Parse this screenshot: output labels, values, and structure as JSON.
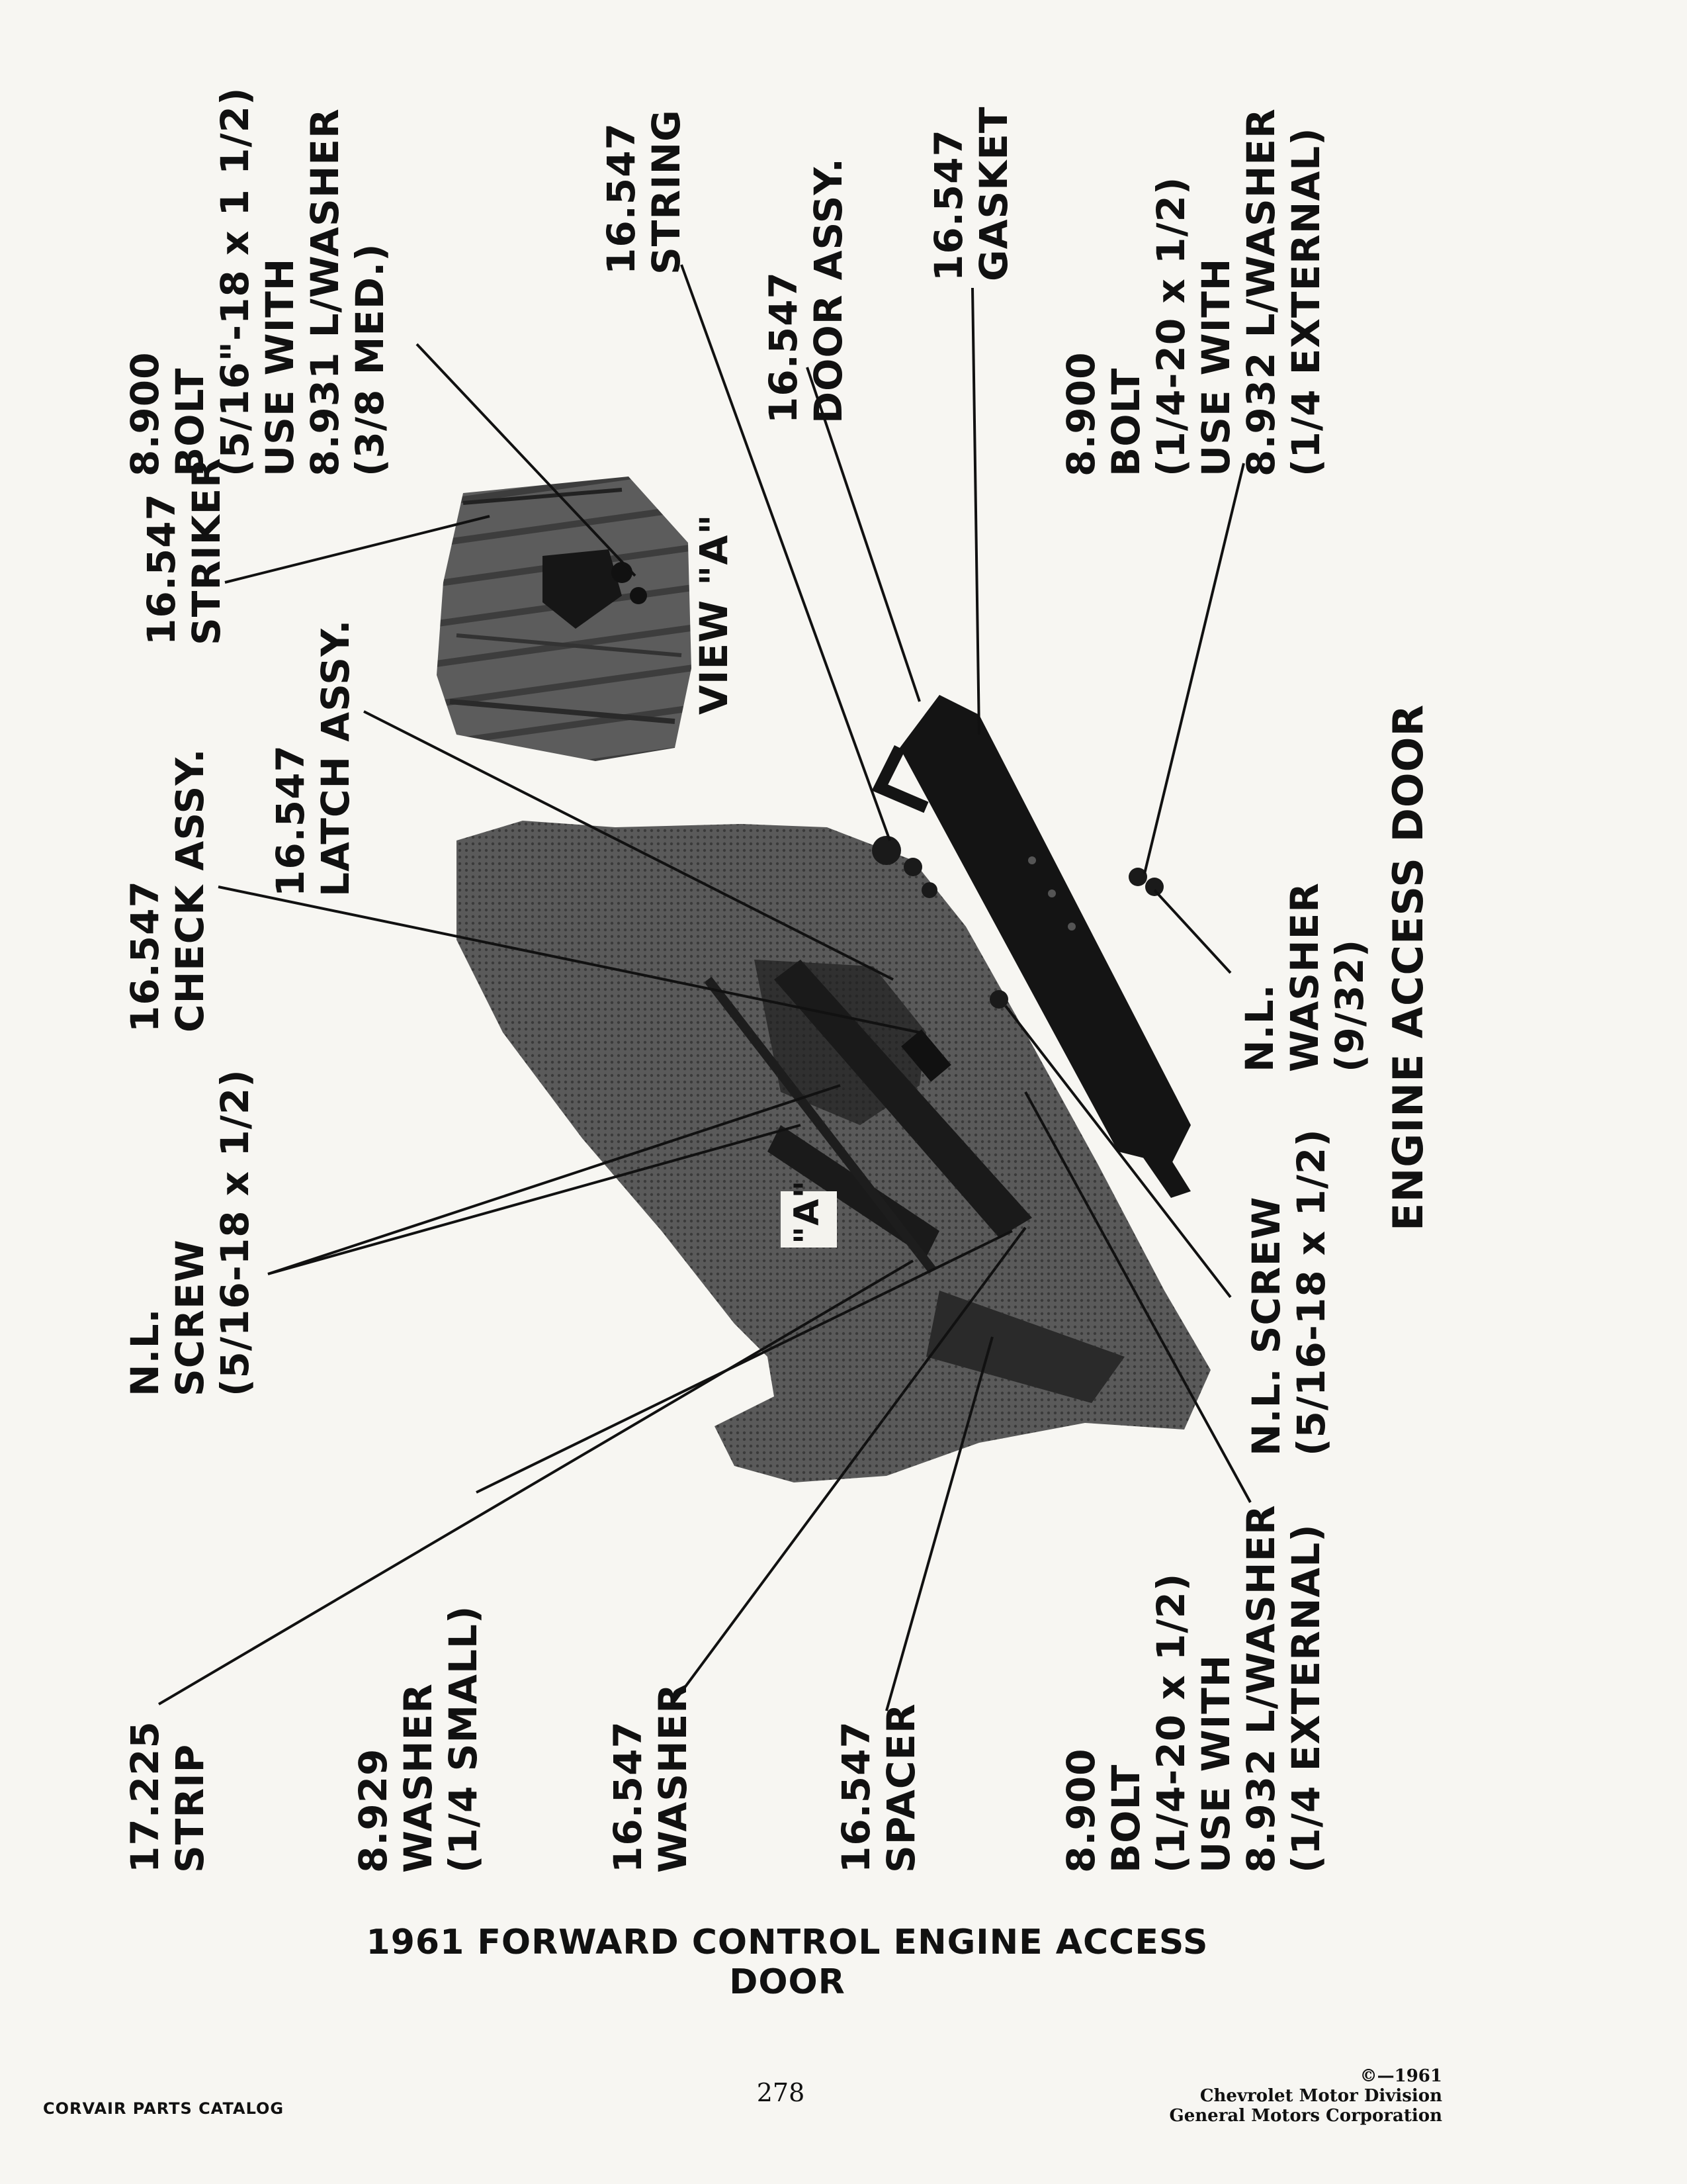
{
  "callouts": [
    {
      "id": "strip",
      "lines": [
        "17.225",
        "STRIP"
      ]
    },
    {
      "id": "washer-small",
      "lines": [
        "8.929",
        "WASHER",
        "(1/4 SMALL)"
      ]
    },
    {
      "id": "washer",
      "lines": [
        "16.547",
        "WASHER"
      ]
    },
    {
      "id": "spacer",
      "lines": [
        "16.547",
        "SPACER"
      ]
    },
    {
      "id": "bolt-lower",
      "lines": [
        "8.900",
        "BOLT",
        "(1/4-20 x 1/2)",
        "USE WITH",
        "8.932 L/WASHER",
        "(1/4 EXTERNAL)"
      ]
    },
    {
      "id": "screw-left",
      "lines": [
        "N.L.",
        "SCREW",
        "(5/16-18 x 1/2)"
      ]
    },
    {
      "id": "check-assy",
      "lines": [
        "16.547",
        "CHECK ASSY."
      ]
    },
    {
      "id": "latch-assy",
      "lines": [
        "16.547",
        "LATCH ASSY."
      ]
    },
    {
      "id": "striker",
      "lines": [
        "16.547",
        "STRIKER"
      ]
    },
    {
      "id": "bolt-top",
      "lines": [
        "8.900",
        "BOLT",
        "(5/16\"-18 x 1 1/2)",
        "USE WITH",
        "8.931 L/WASHER",
        "(3/8 MED.)"
      ]
    },
    {
      "id": "view-a",
      "lines": [
        "VIEW \"A\""
      ]
    },
    {
      "id": "string",
      "lines": [
        "16.547",
        "STRING"
      ]
    },
    {
      "id": "door-assy",
      "lines": [
        "16.547",
        "DOOR ASSY."
      ]
    },
    {
      "id": "gasket",
      "lines": [
        "16.547",
        "GASKET"
      ]
    },
    {
      "id": "bolt-right",
      "lines": [
        "8.900",
        "BOLT",
        "(1/4-20 x 1/2)",
        "USE WITH",
        "8.932 L/WASHER",
        "(1/4 EXTERNAL)"
      ]
    },
    {
      "id": "washer-nl",
      "lines": [
        "N.L.",
        "WASHER",
        "(9/32)"
      ]
    },
    {
      "id": "screw-right",
      "lines": [
        "N.L. SCREW",
        "(5/16-18 x 1/2)"
      ]
    },
    {
      "id": "diagram-title",
      "lines": [
        "ENGINE ACCESS DOOR"
      ]
    }
  ],
  "view_marker": "\"A\"",
  "caption": "1961 FORWARD CONTROL ENGINE ACCESS DOOR",
  "footer": {
    "catalog": "CORVAIR PARTS CATALOG",
    "page": "278",
    "copyright": [
      "©—1961",
      "Chevrolet Motor Division",
      "General Motors Corporation"
    ]
  }
}
